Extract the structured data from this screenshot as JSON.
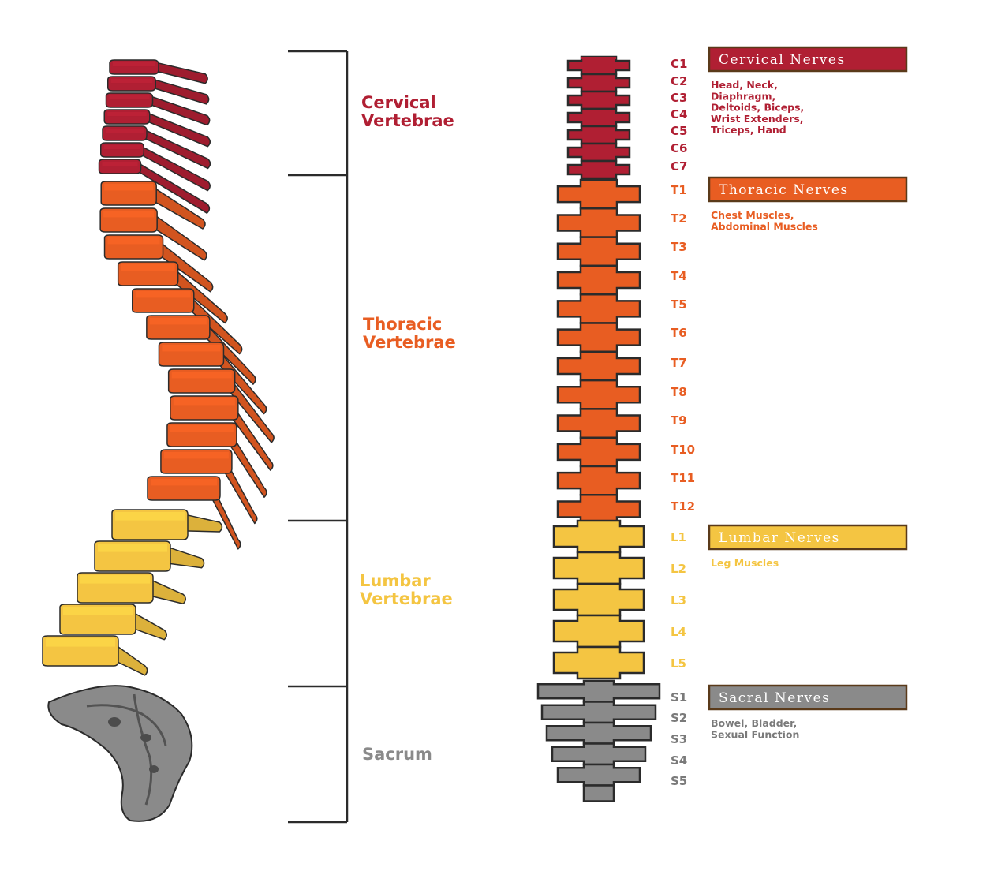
{
  "colors": {
    "cervical": "#b01f33",
    "thoracic": "#e85d22",
    "lumbar": "#f4c542",
    "sacral": "#8a8a8a",
    "outline": "#2b2b2b"
  },
  "regions": [
    {
      "key": "cervical",
      "line1": "Cervical",
      "line2": "Vertebrae"
    },
    {
      "key": "thoracic",
      "line1": "Thoracic",
      "line2": "Vertebrae"
    },
    {
      "key": "lumbar",
      "line1": "Lumbar",
      "line2": "Vertebrae"
    },
    {
      "key": "sacral",
      "line1": "Sacrum",
      "line2": ""
    }
  ],
  "levels": {
    "cervical": [
      "C1",
      "C2",
      "C3",
      "C4",
      "C5",
      "C6",
      "C7"
    ],
    "thoracic": [
      "T1",
      "T2",
      "T3",
      "T4",
      "T5",
      "T6",
      "T7",
      "T8",
      "T9",
      "T10",
      "T11",
      "T12"
    ],
    "lumbar": [
      "L1",
      "L2",
      "L3",
      "L4",
      "L5"
    ],
    "sacral": [
      "S1",
      "S2",
      "S3",
      "S4",
      "S5"
    ]
  },
  "nerves": [
    {
      "key": "cervical",
      "title": "Cervical Nerves",
      "desc": [
        "Head, Neck,",
        "Diaphragm,",
        "Deltoids, Biceps,",
        "Wrist Extenders,",
        "Triceps, Hand"
      ]
    },
    {
      "key": "thoracic",
      "title": "Thoracic Nerves",
      "desc": [
        "Chest Muscles,",
        "Abdominal Muscles"
      ]
    },
    {
      "key": "lumbar",
      "title": "Lumbar Nerves",
      "desc": [
        "Leg Muscles"
      ]
    },
    {
      "key": "sacral",
      "title": "Sacral Nerves",
      "desc": [
        "Bowel, Bladder,",
        "Sexual Function"
      ]
    }
  ]
}
